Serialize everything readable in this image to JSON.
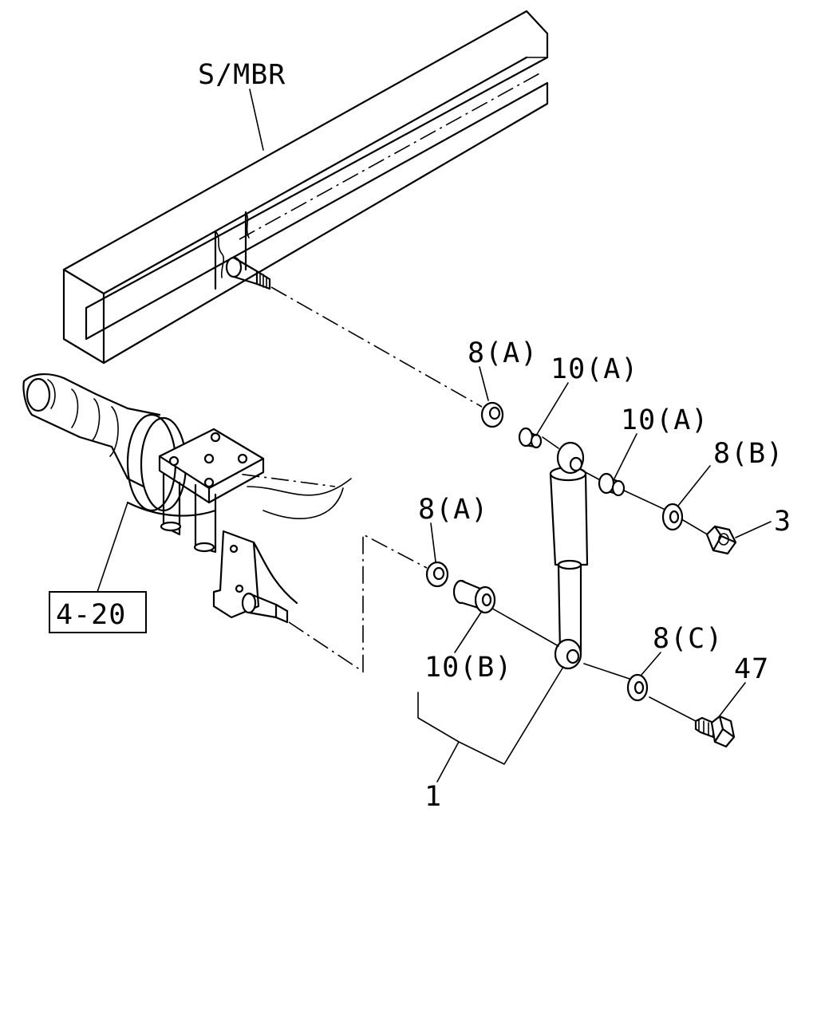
{
  "labels": {
    "side_member": "S/MBR",
    "ref_box": "4-20",
    "washer_8a_upper": "8(A)",
    "bushing_10a_left": "10(A)",
    "bushing_10a_right": "10(A)",
    "washer_8b": "8(B)",
    "nut_3": "3",
    "washer_8a_lower": "8(A)",
    "bushing_10b": "10(B)",
    "washer_8c": "8(C)",
    "bolt_47": "47",
    "shock_absorber_1": "1"
  }
}
